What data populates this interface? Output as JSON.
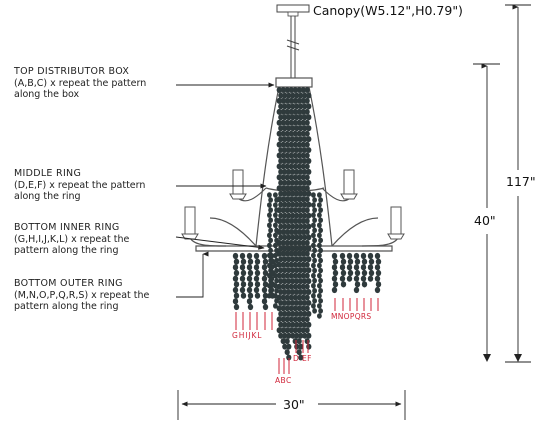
{
  "canopy": {
    "label": "Canopy(W5.12\",H0.79\")"
  },
  "callouts": {
    "top": {
      "title": "TOP DISTRIBUTOR BOX",
      "line1": "(A,B,C) x repeat the pattern",
      "line2": "along the box"
    },
    "middle": {
      "title": "MIDDLE RING",
      "line1": "(D,E,F) x repeat the pattern",
      "line2": "along the ring"
    },
    "inner": {
      "title": "BOTTOM INNER RING",
      "line1": "(G,H,I,J,K,L) x repeat the",
      "line2": "pattern along the ring"
    },
    "outer": {
      "title": "BOTTOM OUTER RING",
      "line1": "(M,N,O,P,Q,R,S) x repeat the",
      "line2": "pattern along the ring"
    }
  },
  "dimensions": {
    "overall_height": "117\"",
    "body_height": "40\"",
    "width": "30\""
  },
  "strand_labels": {
    "inner": "GHIJKL",
    "outer": "MNOPQRS",
    "middle": "D EF",
    "top": "ABC"
  },
  "colors": {
    "bead": "#2f3a3c",
    "frame": "#555555",
    "marker": "#d0263a",
    "text": "#222222"
  }
}
